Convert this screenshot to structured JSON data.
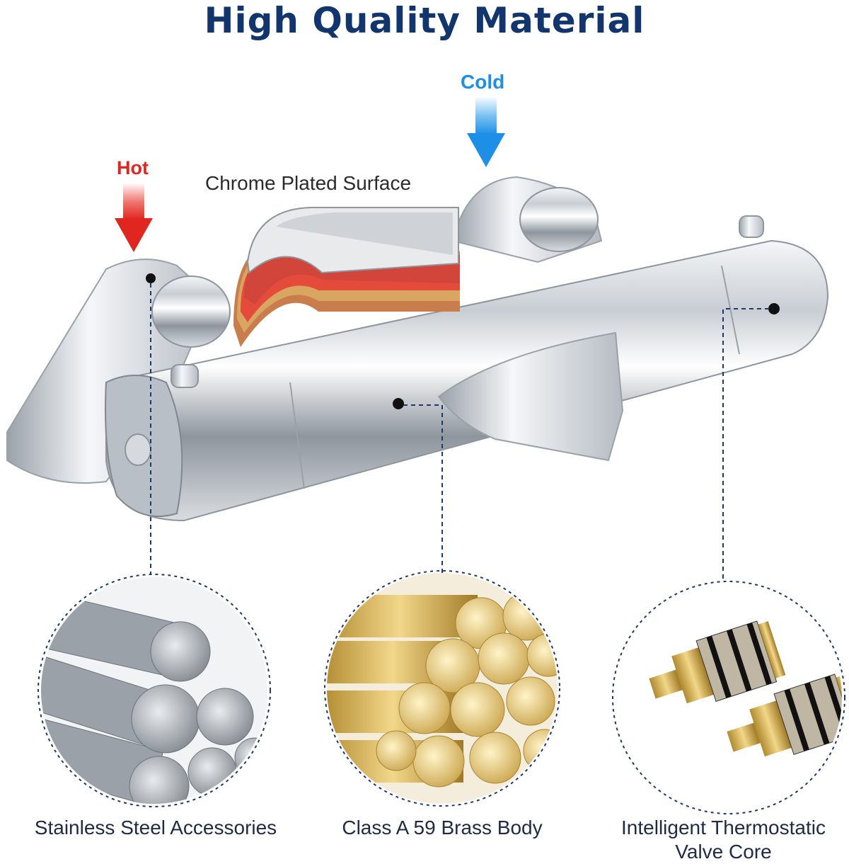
{
  "title": "High Quality Material",
  "labels": {
    "hot": "Hot",
    "cold": "Cold",
    "chrome": "Chrome Plated Surface"
  },
  "features": [
    {
      "label": "Stainless Steel Accessories",
      "icon": "steel-rods-image"
    },
    {
      "label": "Class A 59 Brass Body",
      "icon": "brass-rods-image"
    },
    {
      "label_line1": "Intelligent Thermostatic",
      "label_line2": "Valve Core",
      "icon": "valve-cartridge-image"
    }
  ],
  "colors": {
    "title": "#12356e",
    "hot": "#e0261f",
    "cold": "#1d8fe6",
    "dashed_line": "#1f3a66"
  }
}
